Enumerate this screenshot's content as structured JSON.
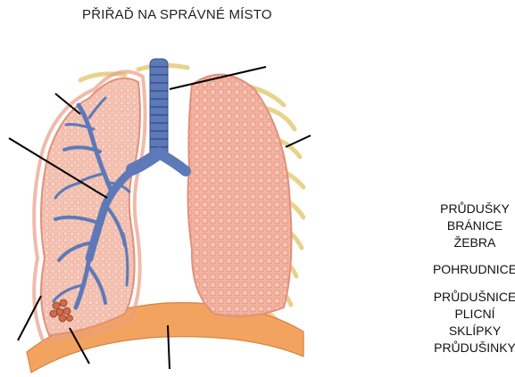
{
  "title": "PŘIŘAĎ NA SPRÁVNÉ MÍSTO",
  "labels": [
    "PRŮDUŠKY",
    "BRÁNICE",
    "ŽEBRA",
    "POHRUDNICE",
    "PRŮDUŠNICE",
    "PLICNÍ",
    "SKLÍPKY",
    "PRŮDUŠINKY"
  ],
  "colors": {
    "lung": "#f3b3a1",
    "lung_texture": "#e7907d",
    "bronchi": "#5e79b8",
    "diaphragm": "#f2a35f",
    "ribs": "#e9d28a",
    "pleura": "#ea9c86",
    "alveoli": "#cf6a4a"
  }
}
